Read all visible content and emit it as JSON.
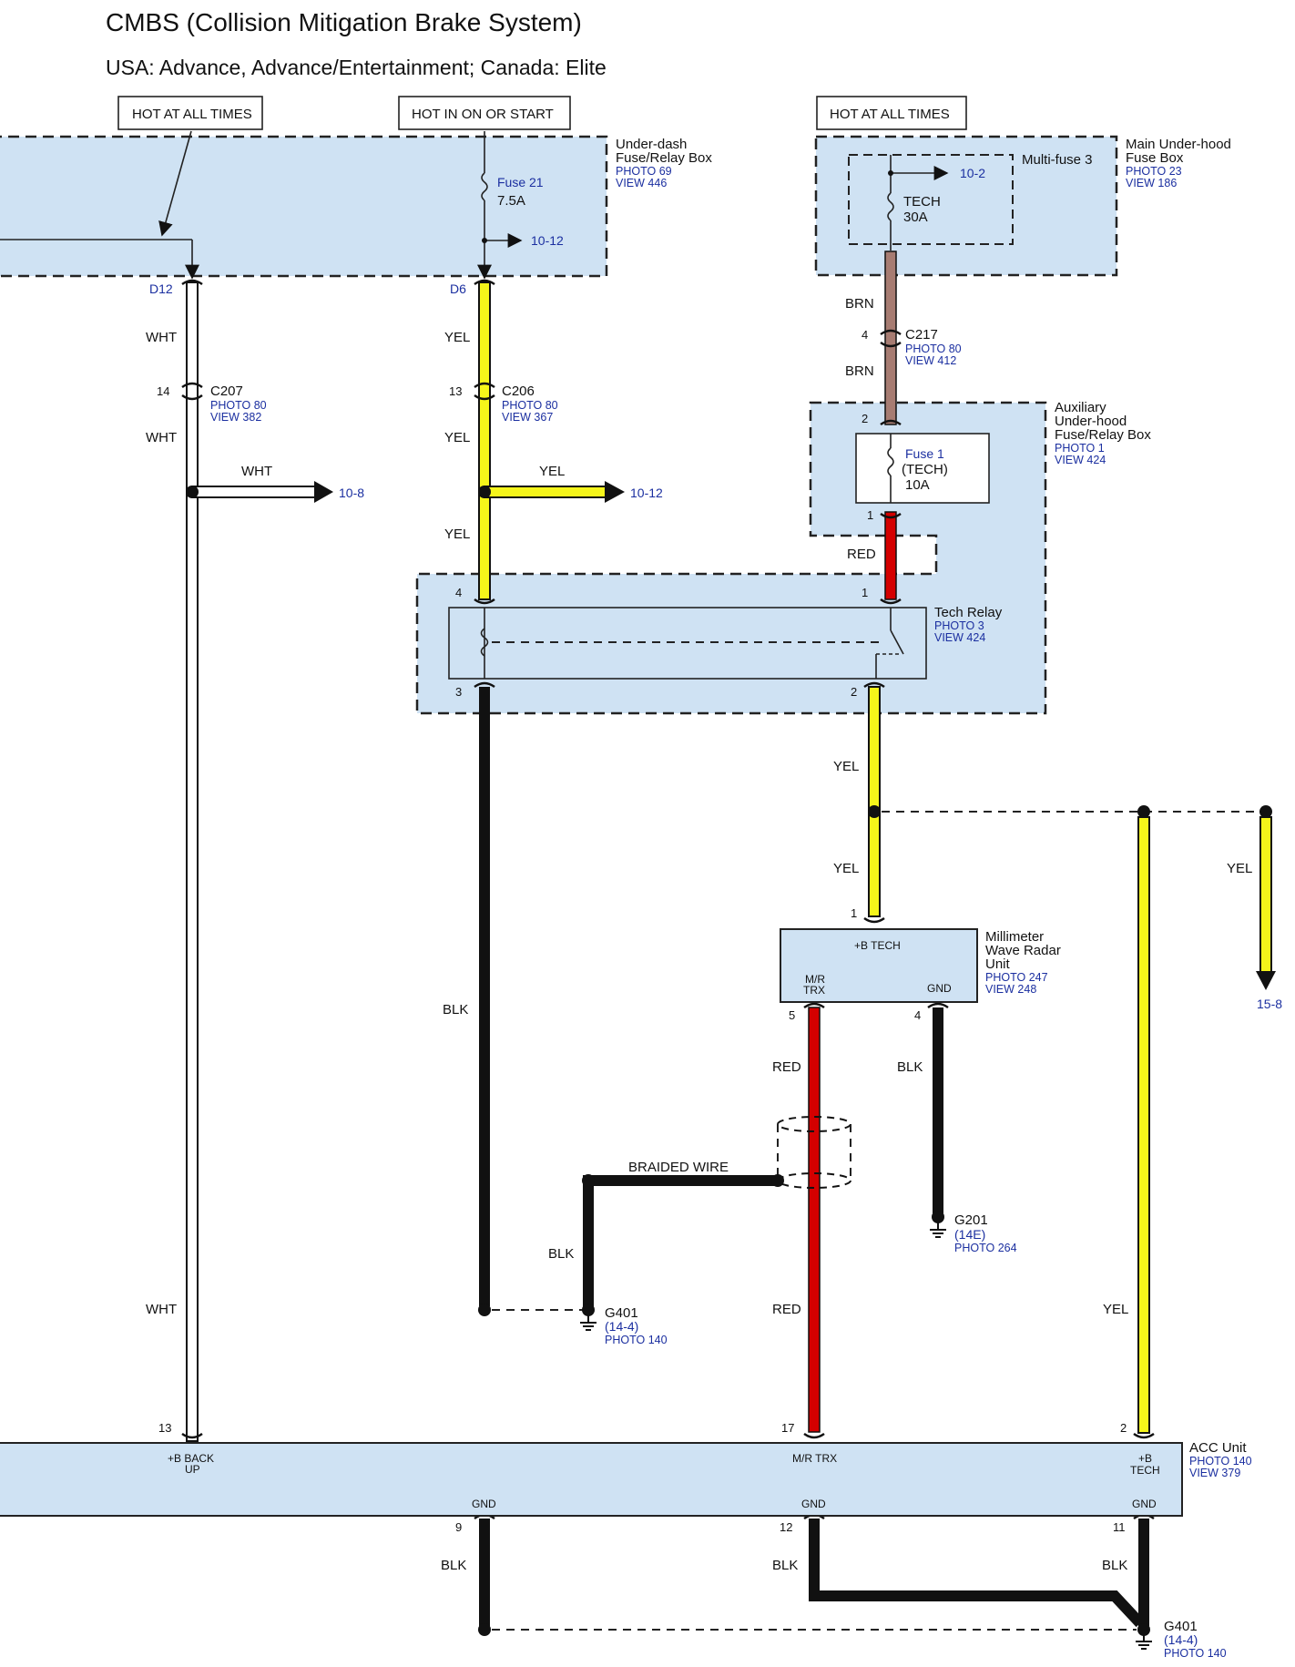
{
  "title": "CMBS (Collision Mitigation Brake System)",
  "subtitle": "USA: Advance, Advance/Entertainment; Canada: Elite",
  "power_labels": {
    "hot_at_all_times_1": "HOT AT ALL TIMES",
    "hot_in_on_or_start": "HOT IN ON OR START",
    "hot_at_all_times_2": "HOT AT ALL TIMES"
  },
  "underdash_box": {
    "name_line1": "Under-dash",
    "name_line2": "Fuse/Relay Box",
    "photo": "PHOTO 69",
    "view": "VIEW 446",
    "fuse_name": "Fuse 21",
    "fuse_rating": "7.5A",
    "ref": "10-12",
    "pin_left": "D12",
    "pin_right": "D6"
  },
  "main_box": {
    "name_line1": "Main Under-hood",
    "name_line2": "Fuse Box",
    "photo": "PHOTO 23",
    "view": "VIEW 186",
    "multifuse": "Multi-fuse 3",
    "ref": "10-2",
    "fuse_name": "TECH",
    "fuse_rating": "30A"
  },
  "aux_box": {
    "name_line1": "Auxiliary",
    "name_line2": "Under-hood",
    "name_line3": "Fuse/Relay Box",
    "photo": "PHOTO 1",
    "view": "VIEW 424",
    "fuse_name": "Fuse 1",
    "fuse_sub": "(TECH)",
    "fuse_rating": "10A",
    "pin_top": "2",
    "pin_bottom": "1"
  },
  "tech_relay": {
    "name": "Tech Relay",
    "photo": "PHOTO 3",
    "view": "VIEW 424",
    "pin_tl": "4",
    "pin_tr": "1",
    "pin_bl": "3",
    "pin_br": "2"
  },
  "connectors": {
    "c207": {
      "name": "C207",
      "photo": "PHOTO 80",
      "view": "VIEW 382",
      "pin": "14"
    },
    "c206": {
      "name": "C206",
      "photo": "PHOTO 80",
      "view": "VIEW 367",
      "pin": "13"
    },
    "c217": {
      "name": "C217",
      "photo": "PHOTO 80",
      "view": "VIEW 412",
      "pin": "4"
    }
  },
  "wire_colors": {
    "wht": "WHT",
    "yel": "YEL",
    "brn": "BRN",
    "red": "RED",
    "blk": "BLK",
    "braided": "BRAIDED WIRE"
  },
  "refs": {
    "wht_branch": "10-8",
    "yel_branch": "10-12",
    "yel_right": "15-8"
  },
  "radar": {
    "name_line1": "Millimeter",
    "name_line2": "Wave Radar",
    "name_line3": "Unit",
    "photo": "PHOTO 247",
    "view": "VIEW 248",
    "term_b": "+B TECH",
    "term_mr1": "M/R",
    "term_mr2": "TRX",
    "term_gnd": "GND",
    "pin_b": "1",
    "pin_mr": "5",
    "pin_gnd": "4"
  },
  "grounds": {
    "g201": {
      "name": "G201",
      "ref": "(14E)",
      "photo": "PHOTO 264"
    },
    "g401a": {
      "name": "G401",
      "ref": "(14-4)",
      "photo": "PHOTO 140"
    },
    "g401b": {
      "name": "G401",
      "ref": "(14-4)",
      "photo": "PHOTO 140"
    }
  },
  "acc": {
    "name": "ACC Unit",
    "photo": "PHOTO 140",
    "view": "VIEW 379",
    "term_backup1": "+B BACK",
    "term_backup2": "UP",
    "term_mr": "M/R TRX",
    "term_tech1": "+B",
    "term_tech2": "TECH",
    "gnd1": "GND",
    "gnd2": "GND",
    "gnd3": "GND",
    "pin_backup": "13",
    "pin_mr": "17",
    "pin_tech": "2",
    "pin_gnd1": "9",
    "pin_gnd2": "12",
    "pin_gnd3": "11"
  },
  "colors": {
    "yellow": "#f5f51a",
    "red": "#d40000",
    "brown": "#a77c72",
    "black": "#111111",
    "panel": "#cfe2f3",
    "label_blue": "#1b2fa0"
  }
}
